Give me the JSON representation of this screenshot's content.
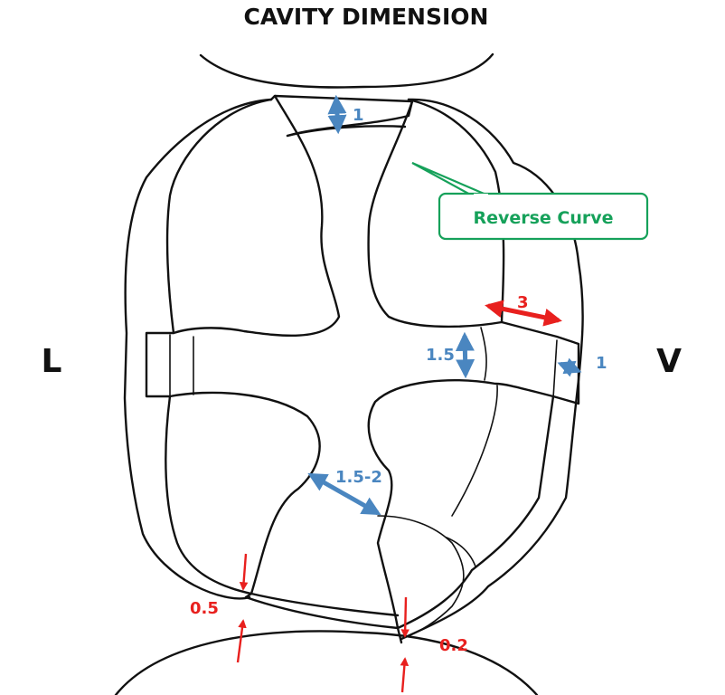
{
  "title": "CAVITY DIMENSION",
  "side_left": "L",
  "side_right": "V",
  "callout": {
    "text": "Reverse Curve"
  },
  "measurements": {
    "top_width": "1",
    "mesial_depth": "3",
    "buccal_width": "1.5",
    "buccal_wall": "1",
    "isthmus": "1.5-2",
    "gingival_left": "0.5",
    "gingival_right": "0.2"
  },
  "colors": {
    "blue_dimension": "#4a86c0",
    "red_dimension": "#e8201e",
    "callout_green": "#16a15a",
    "outline": "#111111"
  }
}
